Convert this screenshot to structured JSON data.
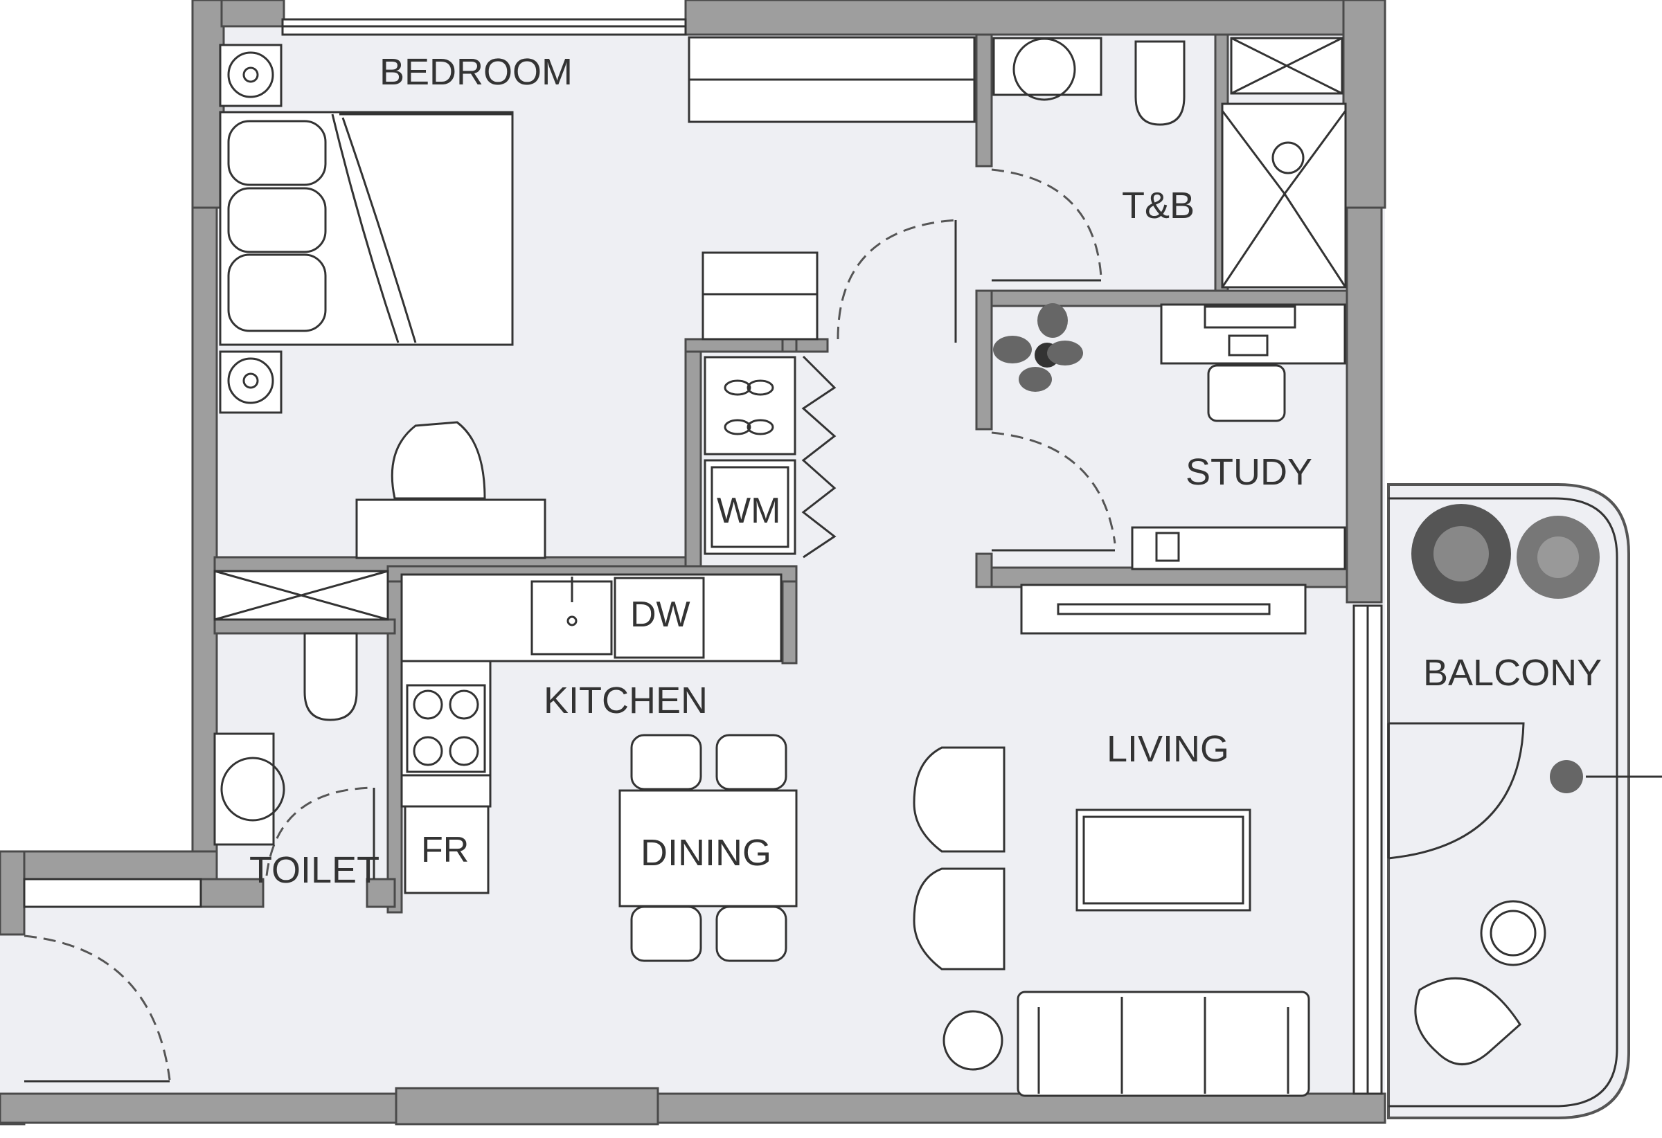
{
  "rooms": {
    "bedroom": "BEDROOM",
    "tb": "T&B",
    "study": "STUDY",
    "balcony": "BALCONY",
    "kitchen": "KITCHEN",
    "living": "LIVING",
    "dining": "DINING",
    "toilet": "TOILET"
  },
  "appliances": {
    "washing_machine": "WM",
    "dishwasher": "DW",
    "fridge": "FR"
  },
  "colors": {
    "wall": "#9e9e9e",
    "floor": "#eeeff3",
    "line": "#333333"
  }
}
